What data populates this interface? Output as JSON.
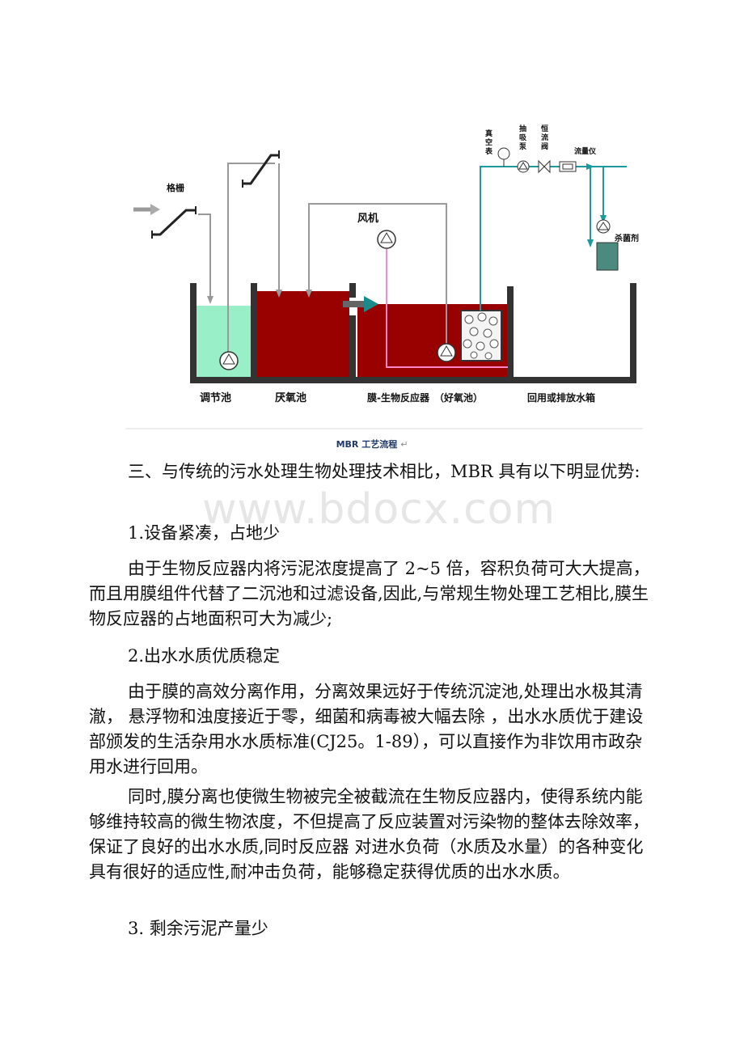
{
  "diagram": {
    "labels": {
      "grille": "格栅",
      "blower": "风机",
      "vacuum_gauge": "真\n空\n表",
      "suction_pump": "抽\n吸\n泵",
      "constant_flow_valve": "恒\n流\n阀",
      "flowmeter": "流量仪",
      "disinfectant": "杀菌剂",
      "tank_regulating": "调节池",
      "tank_anoxic": "厌氧池",
      "tank_mbr": "膜-生物反应器　（好氧池）",
      "tank_reuse": "回用或排放水箱"
    },
    "colors": {
      "sludge": "#990000",
      "regulating_water": "#99f0c8",
      "pipe_teal": "#1a9a9a",
      "pipe_gray": "#999999",
      "pipe_pink": "#ff88c8",
      "disinfectant_tank": "#4b8b7f"
    }
  },
  "caption": {
    "text": "MBR 工艺流程",
    "mark": "↵"
  },
  "watermark": "www.bdocx.com",
  "paragraphs": [
    "三、与传统的污水处理生物处理技术相比，MBR 具有以下明显优势:",
    "1.设备紧凑，占地少",
    "由于生物反应器内将污泥浓度提高了 2~5 倍，容积负荷可大大提高，而且用膜组件代替了二沉池和过滤设备,因此,与常规生物处理工艺相比,膜生物反应器的占地面积可大为减少;",
    "2.出水水质优质稳定",
    "由于膜的高效分离作用，分离效果远好于传统沉淀池,处理出水极其清澈， 悬浮物和浊度接近于零，细菌和病毒被大幅去除 ，出水水质优于建设部颁发的生活杂用水水质标准(CJ25。1-89），可以直接作为非饮用市政杂用水进行回用。",
    " 同时,膜分离也使微生物被完全被截流在生物反应器内，使得系统内能够维持较高的微生物浓度，不但提高了反应装置对污染物的整体去除效率，保证了良好的出水水质,同时反应器 对进水负荷（水质及水量）的各种变化具有很好的适应性,耐冲击负荷，能够稳定获得优质的出水水质。",
    "3. 剩余污泥产量少"
  ]
}
